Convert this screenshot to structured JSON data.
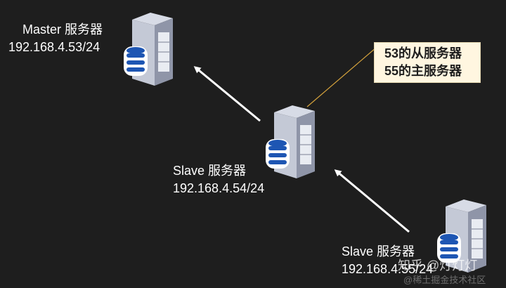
{
  "nodes": {
    "master": {
      "title": "Master 服务器",
      "ip": "192.168.4.53/24"
    },
    "slave1": {
      "title": "Slave 服务器",
      "ip": "192.168.4.54/24"
    },
    "slave2": {
      "title": "Slave 服务器",
      "ip": "192.168.4.55/24"
    }
  },
  "callout": {
    "line1": "53的从服务器",
    "line2": "55的主服务器"
  },
  "watermark": {
    "main": "知乎 @灯灯灯",
    "sub": "@稀土掘金技术社区"
  },
  "colors": {
    "background": "#1e1e1e",
    "arrow": "#ffffff",
    "callout_bg": "#fff6e0",
    "callout_line": "#d4a23c",
    "db_blue": "#1e56b3"
  }
}
